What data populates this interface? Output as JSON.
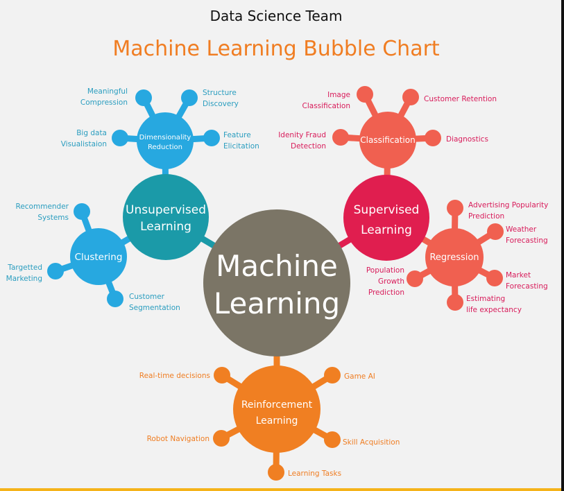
{
  "header": {
    "team": "Data Science Team",
    "title": "Machine Learning Bubble Chart"
  },
  "center": {
    "lines": [
      "Machine",
      "Learning"
    ]
  },
  "colors": {
    "title": "#f07d22",
    "blue": "#27a8e0",
    "teal": "#1b9aa8",
    "center": "#7b7566",
    "crimson": "#e01e4f",
    "coral": "#f06050",
    "orange": "#f07f22"
  },
  "unsupervised": {
    "lines": [
      "Unsupervised",
      "Learning"
    ],
    "dimensionality": {
      "lines": [
        "Dimensionality",
        "Reduction"
      ],
      "items": [
        {
          "lines": [
            "Meaningful",
            "Compression"
          ]
        },
        {
          "lines": [
            "Structure",
            "Discovery"
          ]
        },
        {
          "lines": [
            "Big data",
            "Visualistaion"
          ]
        },
        {
          "lines": [
            "Feature",
            "Elicitation"
          ]
        }
      ]
    },
    "clustering": {
      "label": "Clustering",
      "items": [
        {
          "lines": [
            "Recommender",
            "Systems"
          ]
        },
        {
          "lines": [
            "Targetted",
            "Marketing"
          ]
        },
        {
          "lines": [
            "Customer",
            "Segmentation"
          ]
        }
      ]
    }
  },
  "supervised": {
    "lines": [
      "Supervised",
      "Learning"
    ],
    "classification": {
      "label": "Classification",
      "items": [
        {
          "lines": [
            "Image",
            "Classification"
          ]
        },
        {
          "lines": [
            "Customer Retention"
          ]
        },
        {
          "lines": [
            "Idenity Fraud",
            "Detection"
          ]
        },
        {
          "lines": [
            "Diagnostics"
          ]
        }
      ]
    },
    "regression": {
      "label": "Regression",
      "items": [
        {
          "lines": [
            "Advertising Popularity",
            "Prediction"
          ]
        },
        {
          "lines": [
            "Weather",
            "Forecasting"
          ]
        },
        {
          "lines": [
            "Market",
            "Forecasting"
          ]
        },
        {
          "lines": [
            "Estimating",
            "life expectancy"
          ]
        },
        {
          "lines": [
            "Population",
            "Growth",
            "Prediction"
          ]
        }
      ]
    }
  },
  "reinforcement": {
    "lines": [
      "Reinforcement",
      "Learning"
    ],
    "items": [
      {
        "lines": [
          "Real-time decisions"
        ]
      },
      {
        "lines": [
          "Game AI"
        ]
      },
      {
        "lines": [
          "Robot Navigation"
        ]
      },
      {
        "lines": [
          "Skill Acquisition"
        ]
      },
      {
        "lines": [
          "Learning Tasks"
        ]
      }
    ]
  }
}
